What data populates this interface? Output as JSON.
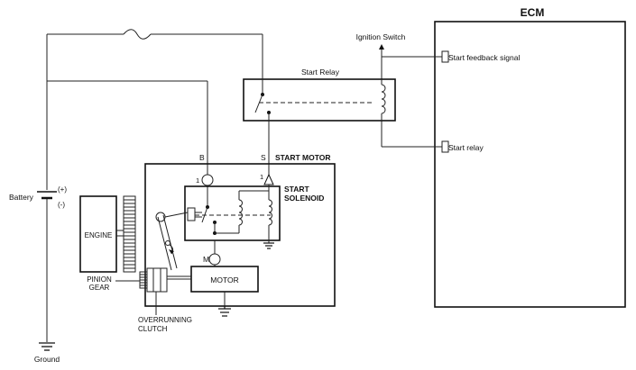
{
  "labels": {
    "ecm": "ECM",
    "ignition_switch": "Ignition Switch",
    "start_feedback_signal": "Start feedback signal",
    "start_relay_box": "Start Relay",
    "start_relay_port": "Start relay",
    "start_motor": "START MOTOR",
    "start_solenoid_line1": "START",
    "start_solenoid_line2": "SOLENOID",
    "battery": "Battery",
    "plus": "(+)",
    "minus": "(-)",
    "engine": "ENGINE",
    "pinion_line1": "PINION",
    "pinion_line2": "GEAR",
    "clutch_line1": "OVERRUNNING",
    "clutch_line2": "CLUTCH",
    "motor": "MOTOR",
    "ground": "Ground",
    "term_b": "B",
    "term_s": "S",
    "term_m": "M",
    "pin_1_left": "1",
    "pin_1_right": "1"
  }
}
